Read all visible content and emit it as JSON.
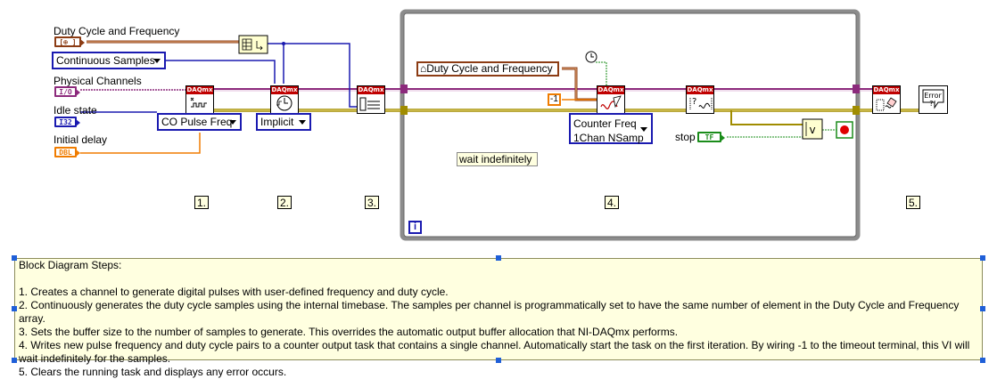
{
  "controls": {
    "duty_cycle_label": "Duty Cycle and Frequency",
    "duty_cycle_terminal": "[⊕ ]",
    "sample_mode_value": "Continuous Samples",
    "physical_channels_label": "Physical Channels",
    "physical_channels_terminal": "I/O",
    "idle_state_label": "Idle state",
    "idle_state_terminal": "I32",
    "initial_delay_label": "Initial delay",
    "initial_delay_terminal": "DBL"
  },
  "nodes": {
    "daqmx_header": "DAQmx",
    "create_channel_selector": "CO Pulse Freq",
    "timing_selector": "Implicit",
    "write_selector_line1": "Counter Freq",
    "write_selector_line2": "1Chan NSamp",
    "error_handler_label": "Error\n?!"
  },
  "loop": {
    "local_variable_label": "Duty Cycle and Frequency",
    "timeout_constant": "-1",
    "wait_label": "wait indefinitely",
    "iteration_terminal": "i",
    "stop_label": "stop",
    "stop_terminal": "TF"
  },
  "steps": [
    "1.",
    "2.",
    "3.",
    "4.",
    "5."
  ],
  "comment": {
    "title": "Block Diagram Steps:",
    "lines": [
      "1.  Creates a channel to generate digital pulses with user-defined frequency and duty cycle.",
      "2.  Continuously generates the duty cycle samples using the internal timebase. The samples per channel is programmatically set to have the same number of element in the Duty Cycle and Frequency array.",
      "3.  Sets the buffer size to the number of samples to generate. This overrides the automatic output buffer allocation that NI-DAQmx performs.",
      "4.  Writes new pulse frequency and duty cycle pairs to a counter output task that contains a single channel. Automatically start the task on the first iteration. By wiring -1 to the timeout terminal, this VI will wait indefinitely for the samples.",
      "5. Clears the running task and displays any error occurs."
    ]
  },
  "colors": {
    "error_wire": "#a08c00",
    "task_wire": "#8c2a7c",
    "cluster_wire": "#8c3c14",
    "enum_wire": "#1a1ab0",
    "loop_border": "#8c8c8c",
    "daqmx_header": "#c00000"
  }
}
